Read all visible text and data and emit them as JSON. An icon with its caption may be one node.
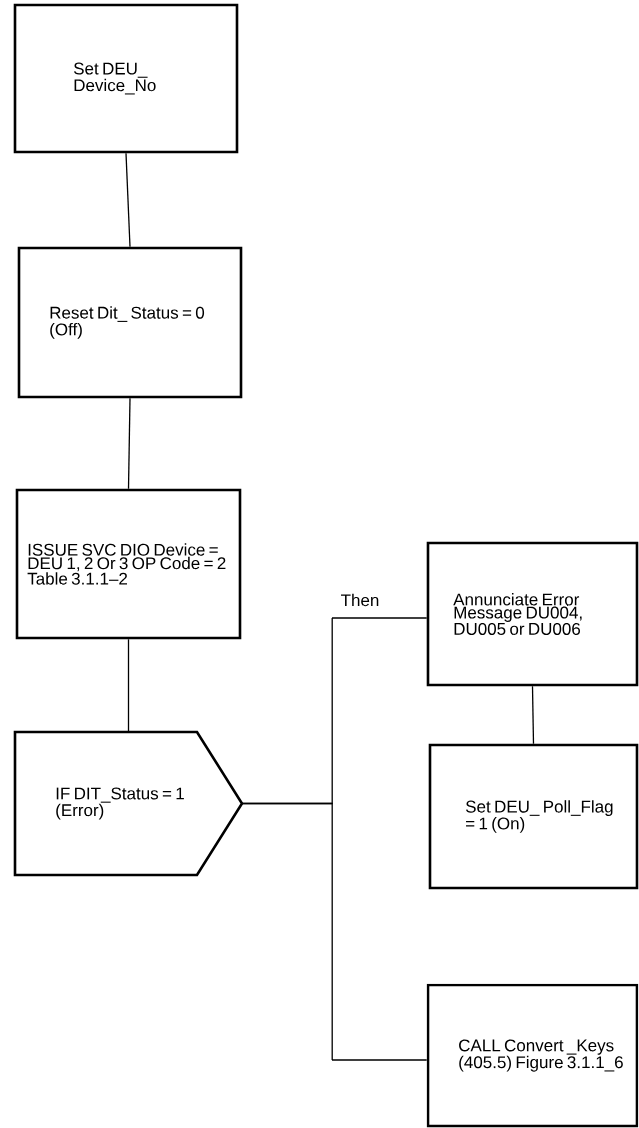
{
  "diagram": {
    "nodes": [
      {
        "text": [
          "Set DEU_ Device_No"
        ]
      },
      {
        "text": [
          "Reset Dit_ Status = 0 (Off)"
        ]
      },
      {
        "text": [
          "ISSUE SVC DIO Device = DEU 1, 2 Or 3 OP Code = 2 Table 3.1.1–2"
        ]
      },
      {
        "text": [
          "IF DIT_Status = 1 (Error)"
        ]
      },
      {
        "text": [
          "Annunciate Error Message DU004, DU005 or DU006"
        ]
      },
      {
        "text": [
          "Set DEU_ Poll_Flag = 1 (On)"
        ]
      },
      {
        "text": [
          "CALL Convert _Keys (405.5) Figure 3.1.1_6"
        ]
      }
    ],
    "edges": [
      {
        "from": 0,
        "to": 1,
        "arrow": "none"
      },
      {
        "from": 1,
        "to": 2,
        "arrow": "none"
      },
      {
        "from": 2,
        "to": 3,
        "arrow": "none"
      },
      {
        "from": 3,
        "to": 4,
        "arrow": "none",
        "label": "Then"
      },
      {
        "from": 4,
        "to": 5,
        "arrow": "none"
      },
      {
        "from": 3,
        "to": 6,
        "arrow": "none"
      }
    ]
  }
}
